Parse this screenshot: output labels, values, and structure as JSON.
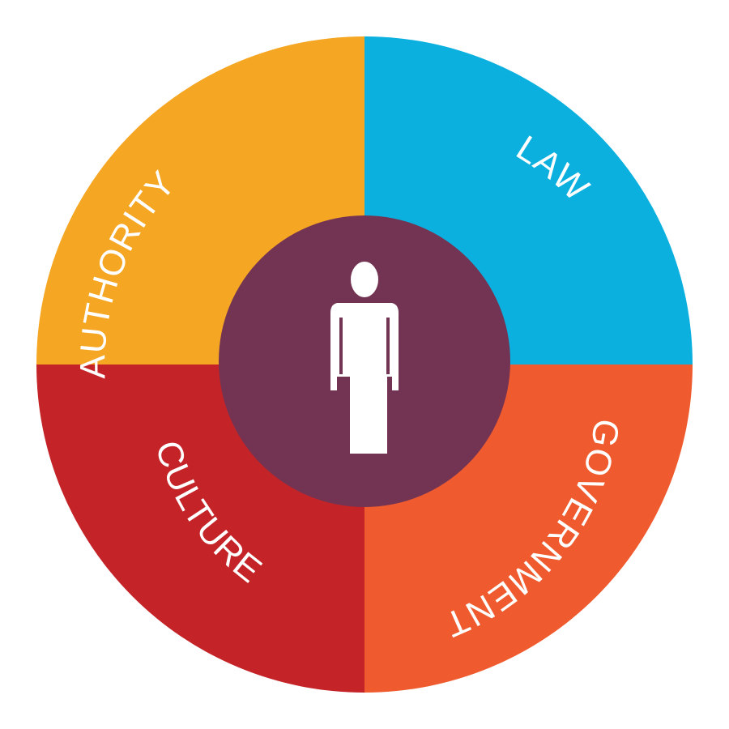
{
  "diagram": {
    "quadrants": [
      {
        "id": "authority",
        "label": "AUTHORITY",
        "color": "#F5A623"
      },
      {
        "id": "law",
        "label": "LAW",
        "color": "#0BB0DF"
      },
      {
        "id": "government",
        "label": "GOVERNMENT",
        "color": "#EF5B2E"
      },
      {
        "id": "culture",
        "label": "CULTURE",
        "color": "#C42328"
      }
    ],
    "center": {
      "color": "#733454",
      "icon": "person-icon",
      "icon_color": "#FFFFFF"
    },
    "label_color": "#FFFFFF"
  }
}
